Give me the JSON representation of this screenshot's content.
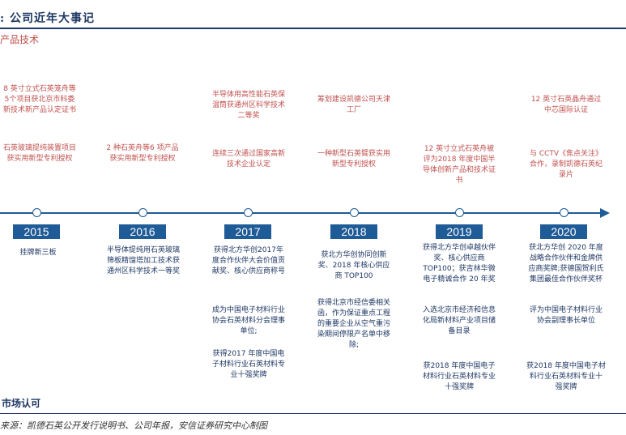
{
  "header": {
    "title": ": 公司近年大事记",
    "section_top": "产品技术",
    "section_bottom": "市场认可",
    "source": "来源：凯德石英公开发行说明书、公司年报，安信证券研究中心制图"
  },
  "years": [
    "2015",
    "2016",
    "2017",
    "2018",
    "2019",
    "2020"
  ],
  "top": {
    "y2015_a": "8 英寸立式石英笼舟等5个项目获北京市科委新技术新产品认定证书",
    "y2015_b": "石英玻璃提纯装置项目获实用新型专利授权",
    "y2016_b": "2 种石英舟等6 项产品获实用新型专利授权",
    "y2017_a": "半导体用高性能石英保温筒获通州区科学技术二等奖",
    "y2017_b": "连续三次通过国家高新技术企业认定",
    "y2018_a": "筹划建设凯德公司天津工厂",
    "y2018_b": "一种新型石英臂获实用新型专利授权",
    "y2019_b": "12 英寸立式石英舟被评为2018 年度中国半导体创新产品和技术证书",
    "y2020_a": "12 英寸石英晶舟通过中芯国际认证",
    "y2020_b": "与 CCTV《焦点关注》合作，录制凯德石英纪录片"
  },
  "bottom": {
    "y2015_a": "挂牌新三板",
    "y2016_a": "半导体提纯用石英玻璃筛板精馏塔加工技术获通州区科学技术一等奖",
    "y2017_a": "获得北方华创2017年度合作伙伴大会价值贡献奖、核心供应商称号",
    "y2017_b": "成为中国电子材料行业协会石英材料分会理事单位;",
    "y2017_c": "获得2017 年度中国电子材料行业石英材料专业十强奖牌",
    "y2018_a": "获北方华创协同创新奖、2018 年核心供应商 TOP100",
    "y2018_b": "获得北京市经信委相关函，作为保证重点工程的重要企业从空气重污染期间停限产名单中移除;",
    "y2019_a": "获得北方华创卓越伙伴奖、核心供应商 TOP100；获吉林华微电子精诚合作 20 年奖",
    "y2019_b": "入选北京市经济和信息化局新材料产业项目储备目录",
    "y2019_c": "获2018 年度中国电子材料行业石英材料专业十强奖牌",
    "y2020_a": "获北方华创 2020 年度战略合作伙伴和金牌供应商奖牌;获德国贺利氏集团最佳合作伙伴奖杯",
    "y2020_b": "评为中国电子材料行业协会副理事长单位",
    "y2020_c": "获2018 年度中国电子材料行业石英材料专业十强奖牌"
  }
}
